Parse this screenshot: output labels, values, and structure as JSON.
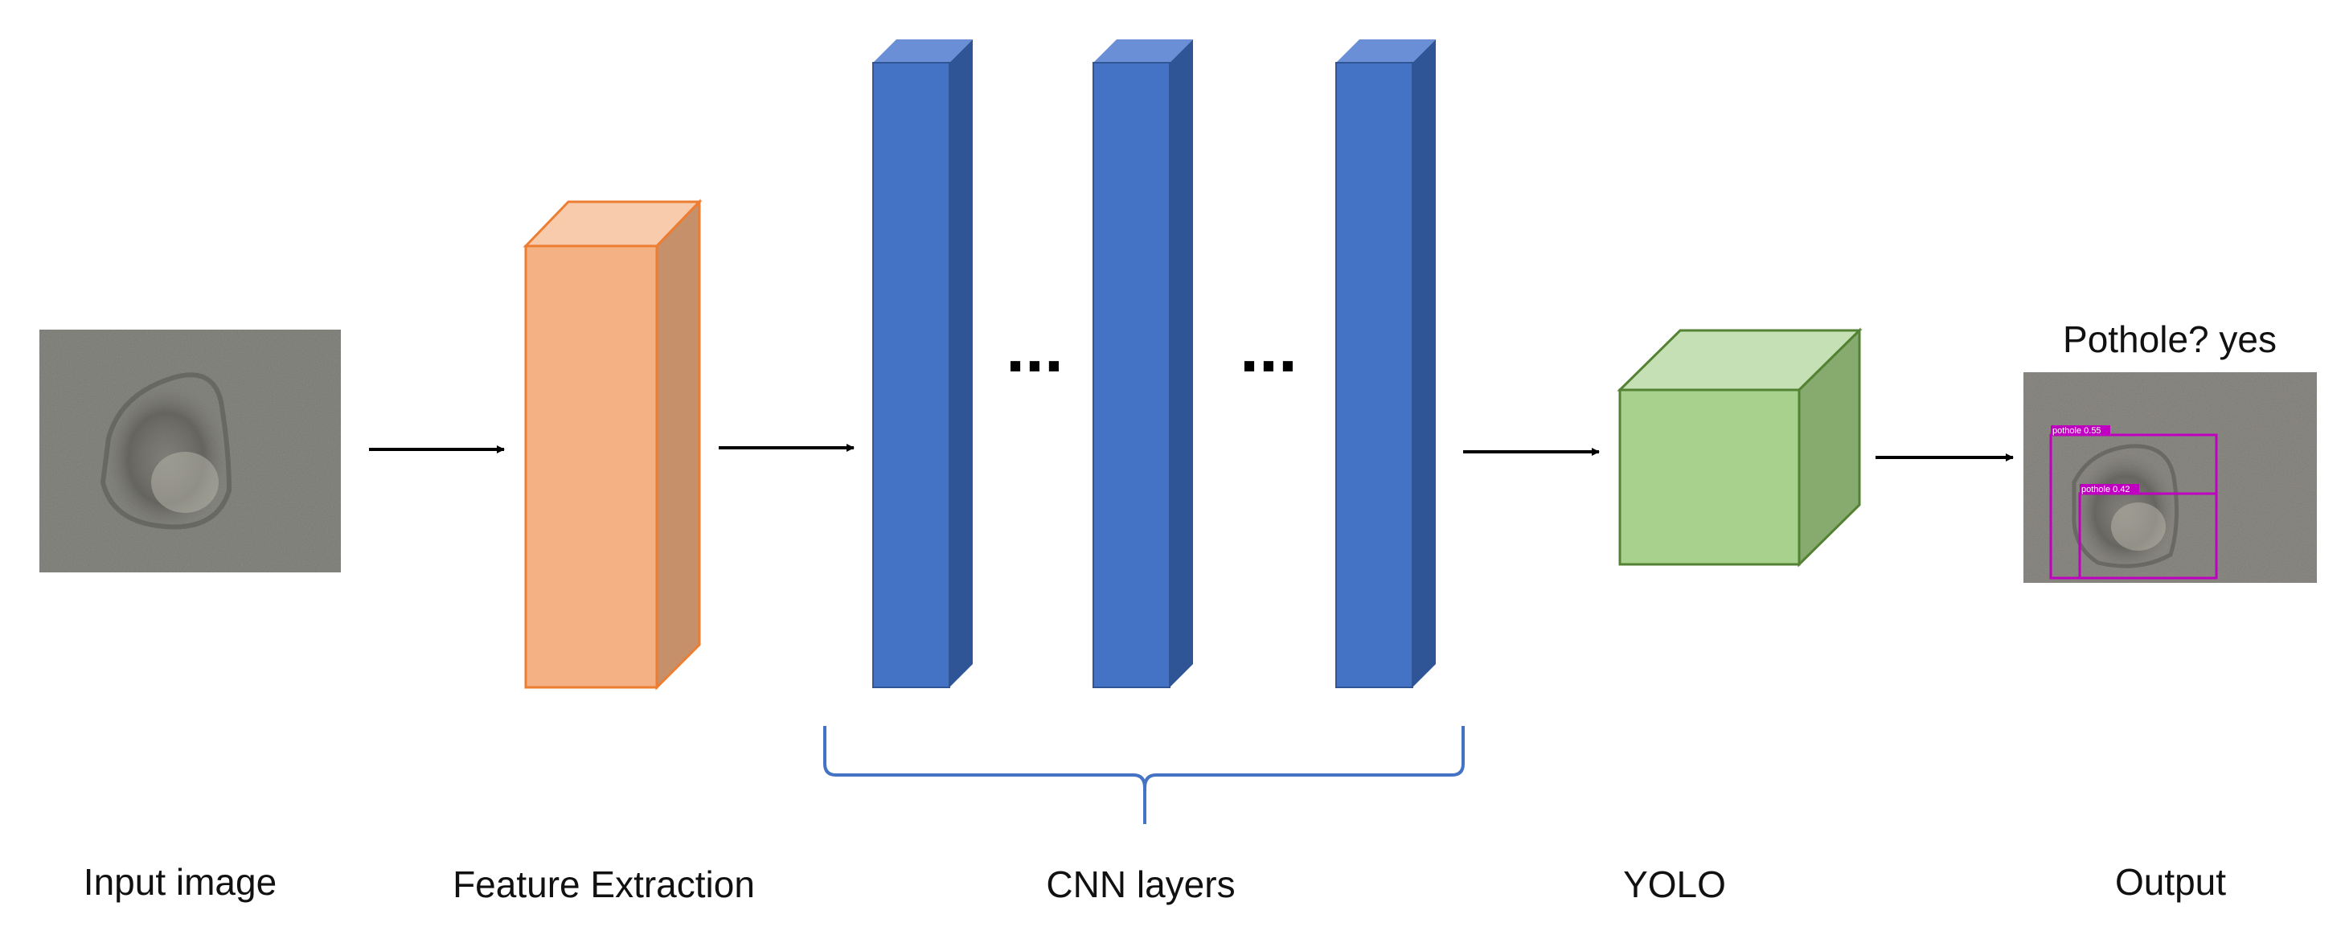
{
  "labels": {
    "input": "Input image",
    "feature": "Feature Extraction",
    "cnn": "CNN layers",
    "yolo": "YOLO",
    "output": "Output",
    "output_title": "Pothole? yes"
  },
  "detections": [
    "pothole 0.55",
    "pothole 0.42"
  ],
  "ellipsis": [
    "...",
    "..."
  ],
  "colors": {
    "orange_front": "#F4B183",
    "orange_top": "#F8CBAD",
    "orange_side": "#C5906A",
    "orange_stroke": "#ED7D31",
    "blue_front": "#4472C4",
    "blue_top": "#6A8FD6",
    "blue_side": "#2F5597",
    "green_front": "#A9D18E",
    "green_top": "#C5E0B4",
    "green_side": "#87AB6F",
    "green_stroke": "#548235",
    "brace": "#4472C4",
    "detection_box": "#C000C0"
  }
}
